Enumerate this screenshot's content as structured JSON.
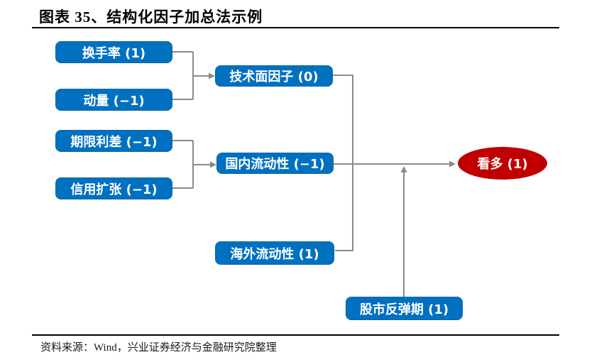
{
  "header": {
    "title": "图表 35、结构化因子加总法示例"
  },
  "diagram": {
    "nodes": {
      "turnover": {
        "label": "换手率 (1)"
      },
      "momentum": {
        "label": "动量 (−1)"
      },
      "term_spread": {
        "label": "期限利差 (−1)"
      },
      "credit_expansion": {
        "label": "信用扩张 (−1)"
      },
      "technical_factor": {
        "label": "技术面因子 (0)"
      },
      "domestic_liquidity": {
        "label": "国内流动性 (−1)"
      },
      "overseas_liquidity": {
        "label": "海外流动性 (1)"
      },
      "stock_rebound": {
        "label": "股市反弹期 (1)"
      },
      "conclusion": {
        "label": "看多 (1)"
      }
    },
    "colors": {
      "factor_box_blue": "#0070C0",
      "conclusion_red": "#C00000",
      "connector_gray": "#8a8a8a"
    }
  },
  "footer": {
    "source": "资料来源：Wind，兴业证券经济与金融研究院整理"
  }
}
